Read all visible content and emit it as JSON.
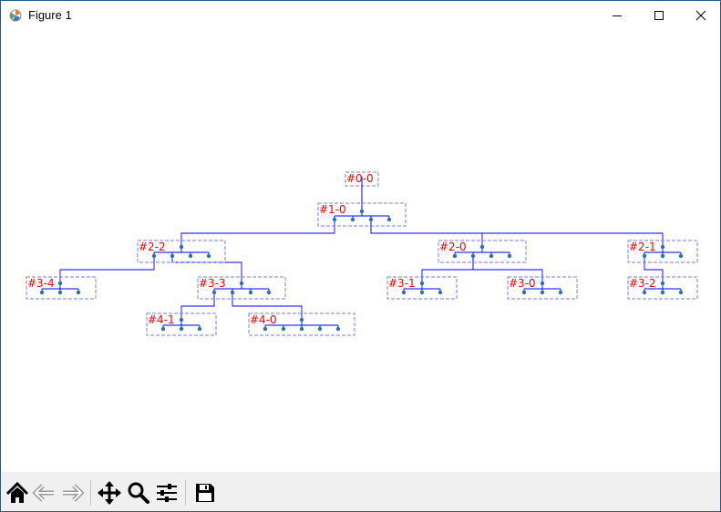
{
  "window": {
    "title": "Figure 1",
    "colors": {
      "border": "#1e5a96",
      "toolbar": "#f0f0f0"
    }
  },
  "diagram": {
    "colors": {
      "edge": "#0000ff",
      "box": "#7b7bf0",
      "label": "#ff0000",
      "node": "#1f77b4"
    },
    "nodes": [
      {
        "id": "0-0",
        "label": "#0-0",
        "parent": null
      },
      {
        "id": "1-0",
        "label": "#1-0",
        "parent": "0-0"
      },
      {
        "id": "2-2",
        "label": "#2-2",
        "parent": "1-0"
      },
      {
        "id": "2-0",
        "label": "#2-0",
        "parent": "1-0"
      },
      {
        "id": "2-1",
        "label": "#2-1",
        "parent": "1-0"
      },
      {
        "id": "3-4",
        "label": "#3-4",
        "parent": "2-2"
      },
      {
        "id": "3-3",
        "label": "#3-3",
        "parent": "2-2"
      },
      {
        "id": "3-1",
        "label": "#3-1",
        "parent": "2-0"
      },
      {
        "id": "3-0",
        "label": "#3-0",
        "parent": "2-0"
      },
      {
        "id": "3-2",
        "label": "#3-2",
        "parent": "2-1"
      },
      {
        "id": "4-1",
        "label": "#4-1",
        "parent": "3-3"
      },
      {
        "id": "4-0",
        "label": "#4-0",
        "parent": "3-3"
      }
    ]
  },
  "toolbar": {
    "buttons": [
      {
        "id": "home",
        "icon": "home-icon"
      },
      {
        "id": "back",
        "icon": "back-arrow-icon"
      },
      {
        "id": "forward",
        "icon": "forward-arrow-icon"
      },
      {
        "id": "pan",
        "icon": "move-icon"
      },
      {
        "id": "zoom",
        "icon": "magnifier-icon"
      },
      {
        "id": "configure",
        "icon": "sliders-icon"
      },
      {
        "id": "save",
        "icon": "floppy-disk-icon"
      }
    ]
  }
}
